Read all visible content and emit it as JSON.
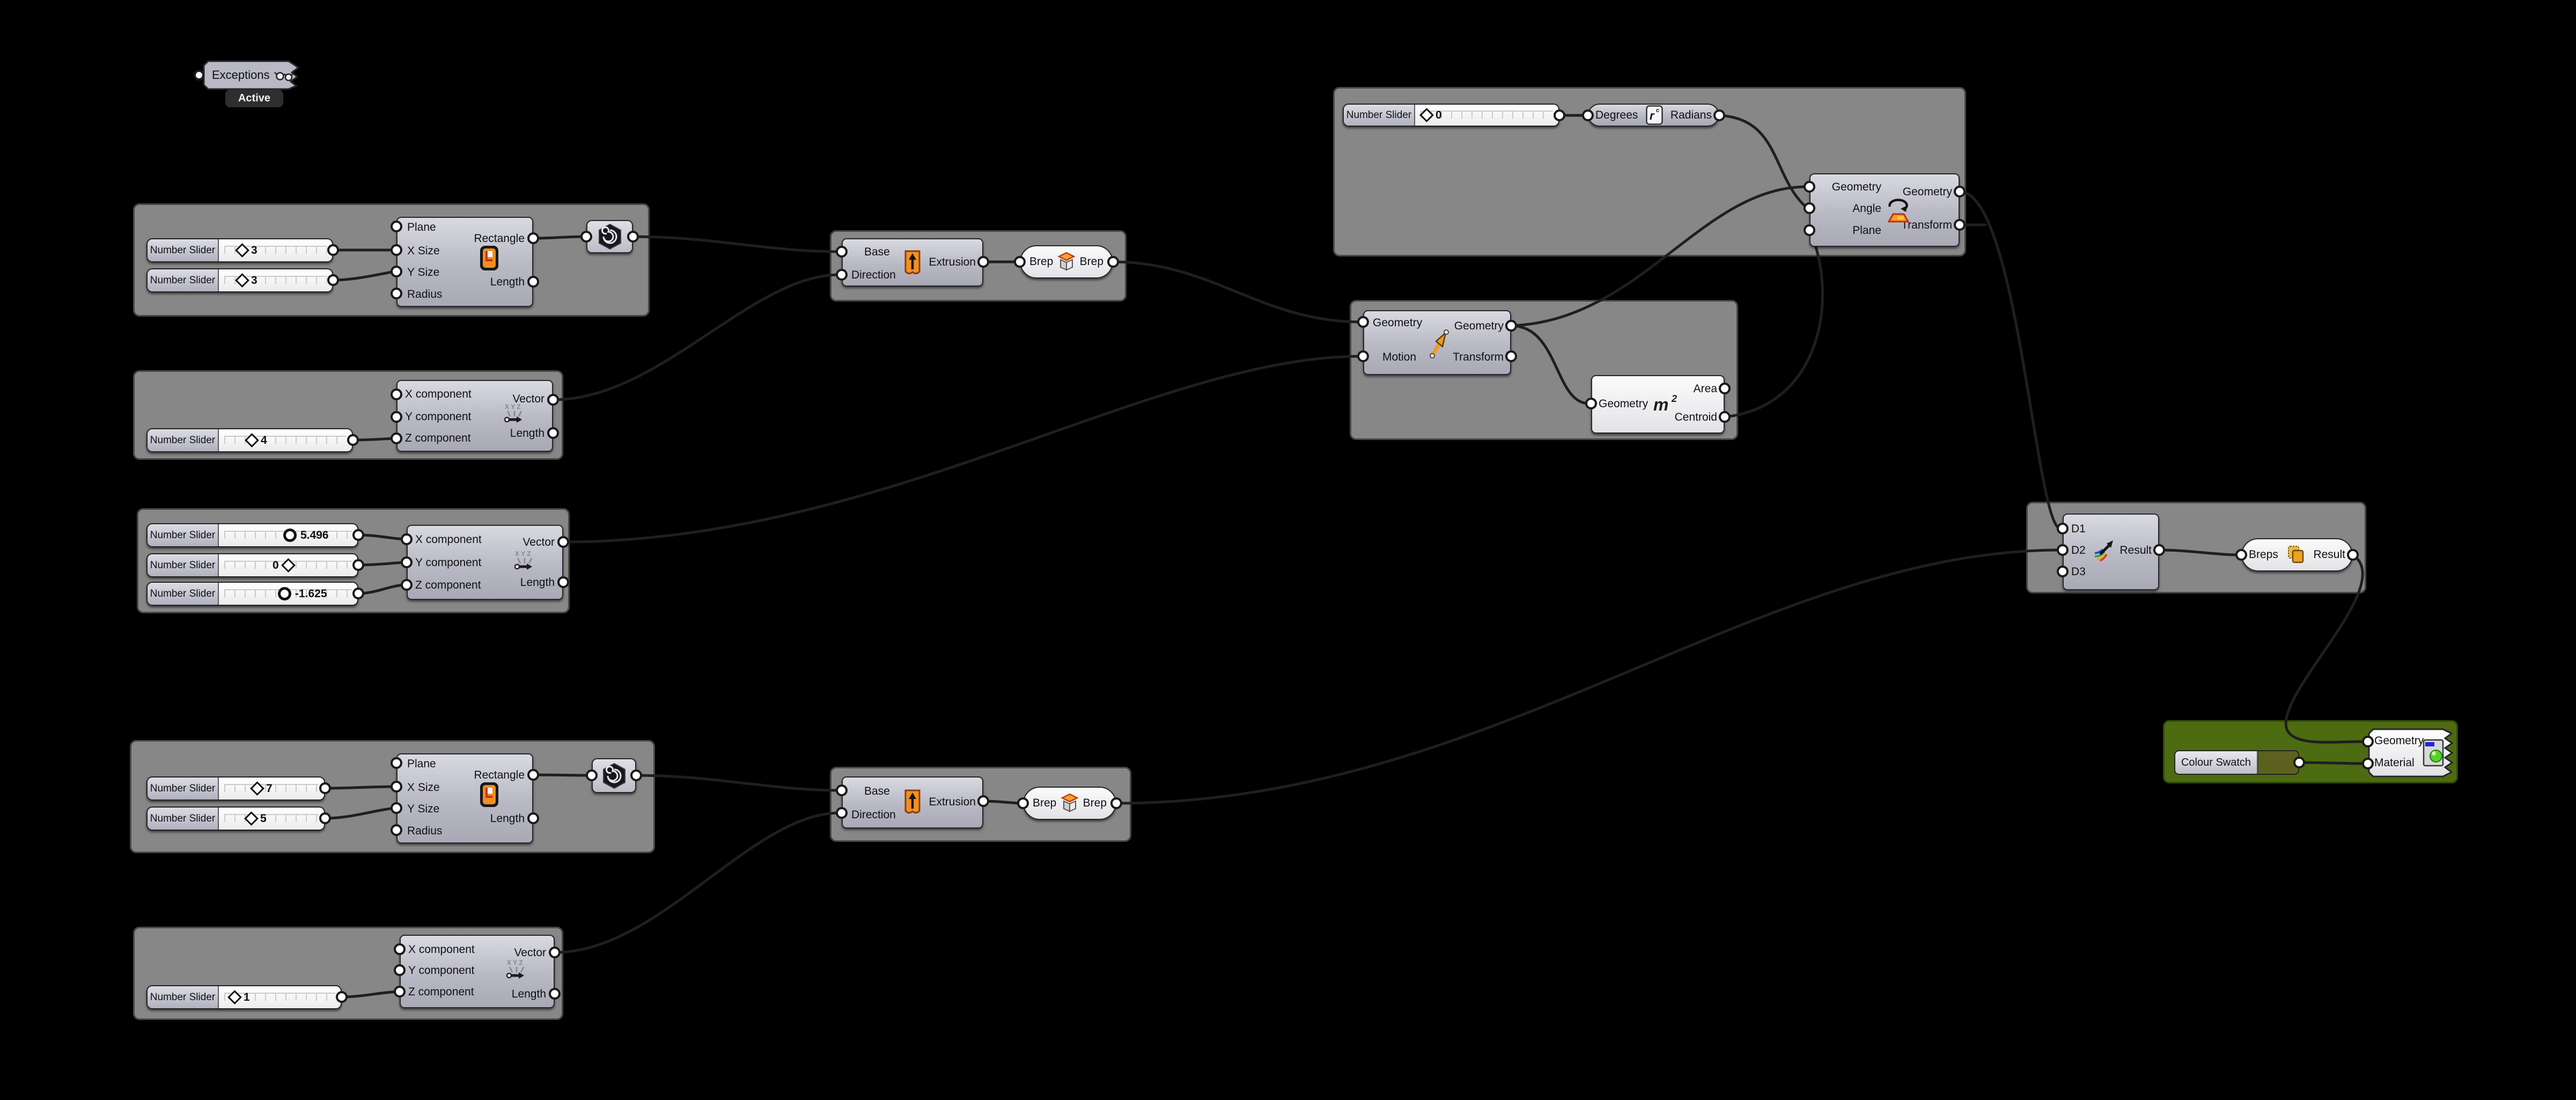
{
  "colors": {
    "canvas": "#000000",
    "group_fill": "#878787",
    "group_border": "#474747",
    "green_group": "#4d6b11",
    "green_border": "#33490a",
    "swatch": "#5c611f",
    "wire": "#1f1f1f",
    "accent_orange": "#ef9a1f"
  },
  "exceptions": {
    "title": "Exceptions",
    "status": "Active"
  },
  "slider_label": "Number Slider",
  "slider_values": {
    "r1x": "3",
    "r1y": "3",
    "v1z": "4",
    "v2x": "5.496",
    "v2y": "0",
    "v2z": "-1.625",
    "r2x": "7",
    "r2y": "5",
    "v3z": "1",
    "angle": "0"
  },
  "labels": {
    "plane": "Plane",
    "x_size": "X Size",
    "y_size": "Y Size",
    "radius": "Radius",
    "rectangle": "Rectangle",
    "length": "Length",
    "x_comp": "X component",
    "y_comp": "Y component",
    "z_comp": "Z component",
    "vector": "Vector",
    "base": "Base",
    "direction": "Direction",
    "extrusion": "Extrusion",
    "brep": "Brep",
    "degrees": "Degrees",
    "radians": "Radians",
    "geometry": "Geometry",
    "angle": "Angle",
    "transform": "Transform",
    "motion": "Motion",
    "area": "Area",
    "centroid": "Centroid",
    "d1": "D1",
    "d2": "D2",
    "d3": "D3",
    "result": "Result",
    "breps": "Breps",
    "colour_swatch": "Colour Swatch",
    "material": "Material"
  },
  "icons": [
    "glasses-icon",
    "rectangle-icon",
    "curve-icon",
    "xyz-icon",
    "extrusion-icon",
    "brep-icon",
    "radians-icon",
    "rotate-icon",
    "move-icon",
    "area-icon",
    "merge-icon",
    "solid-union-icon",
    "preview-icon"
  ]
}
